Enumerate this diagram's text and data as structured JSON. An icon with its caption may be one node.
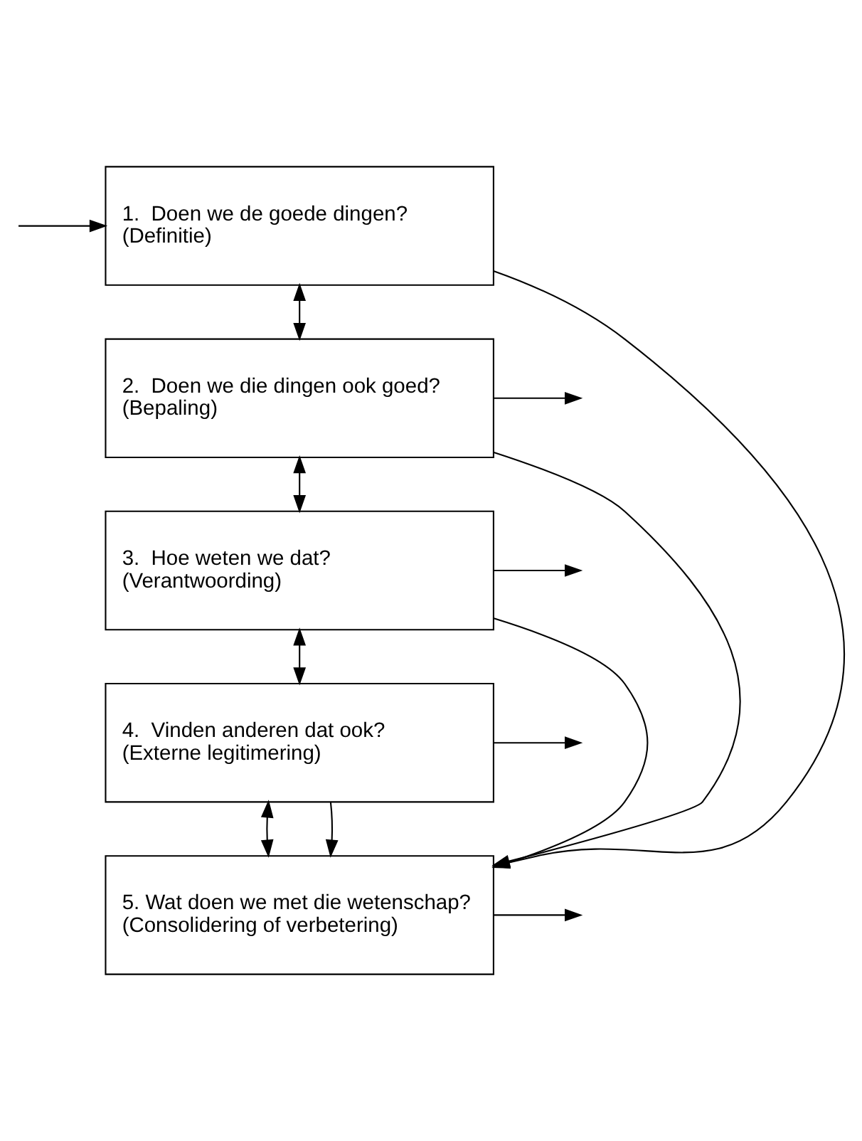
{
  "diagram": {
    "nodes": [
      {
        "text": [
          "1.  Doen we de goede dingen?",
          "(Definitie)"
        ]
      },
      {
        "text": [
          "2.  Doen we die dingen ook goed?",
          "(Bepaling)"
        ]
      },
      {
        "text": [
          "3.  Hoe weten we dat?",
          "(Verantwoording)"
        ]
      },
      {
        "text": [
          "4.  Vinden anderen dat ook?",
          "(Externe legitimering)"
        ]
      },
      {
        "text": [
          "5. Wat doen we met die wetenschap?",
          "(Consolidering of verbetering)"
        ]
      }
    ],
    "edges": [
      {
        "from": 0,
        "to": 1,
        "arrow": "both"
      },
      {
        "from": 1,
        "to": 2,
        "arrow": "both"
      },
      {
        "from": 2,
        "to": 3,
        "arrow": "both"
      },
      {
        "from": 3,
        "to": 4,
        "arrow": "both"
      },
      {
        "from": 0,
        "to": 4,
        "arrow": "to"
      },
      {
        "from": 1,
        "to": 4,
        "arrow": "to"
      },
      {
        "from": 2,
        "to": 4,
        "arrow": "to"
      },
      {
        "from": 3,
        "to": 4,
        "arrow": "to"
      },
      {
        "from": null,
        "to": 0,
        "arrow": "to"
      },
      {
        "from": 1,
        "to": null,
        "arrow": "to"
      },
      {
        "from": 2,
        "to": null,
        "arrow": "to"
      },
      {
        "from": 3,
        "to": null,
        "arrow": "to"
      },
      {
        "from": 4,
        "to": null,
        "arrow": "to"
      }
    ]
  }
}
